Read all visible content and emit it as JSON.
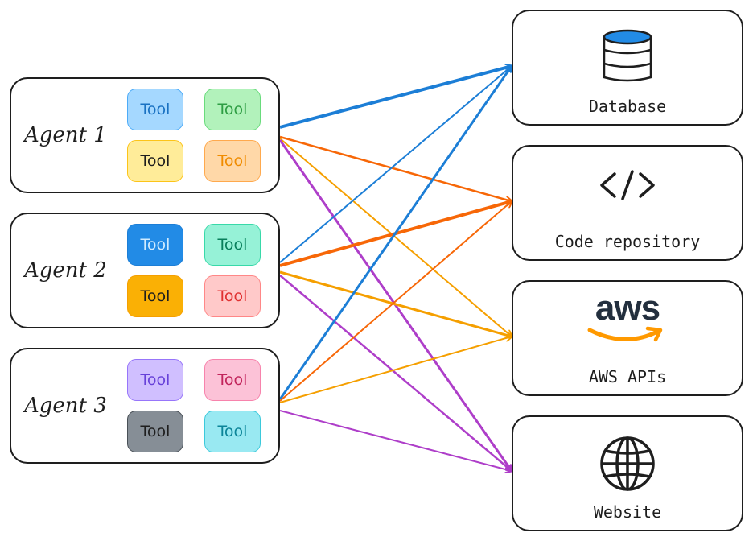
{
  "agents": [
    {
      "label": "Agent 1",
      "tools": [
        {
          "label": "Tool",
          "fill": "#a5d8ff",
          "border": "#4dabf7",
          "text": "#1971c2"
        },
        {
          "label": "Tool",
          "fill": "#b2f2bb",
          "border": "#69db7c",
          "text": "#2f9e44"
        },
        {
          "label": "Tool",
          "fill": "#ffec99",
          "border": "#fcc419",
          "text": "#1e1e1e"
        },
        {
          "label": "Tool",
          "fill": "#ffd8a8",
          "border": "#ffa94d",
          "text": "#f08c00"
        }
      ]
    },
    {
      "label": "Agent 2",
      "tools": [
        {
          "label": "Tool",
          "fill": "#228be6",
          "border": "#1c7ed6",
          "text": "#d0ebff"
        },
        {
          "label": "Tool",
          "fill": "#96f2d7",
          "border": "#38d9a9",
          "text": "#087f5b"
        },
        {
          "label": "Tool",
          "fill": "#fab005",
          "border": "#f59f00",
          "text": "#1e1e1e"
        },
        {
          "label": "Tool",
          "fill": "#ffc9c9",
          "border": "#ff8787",
          "text": "#e03131"
        }
      ]
    },
    {
      "label": "Agent 3",
      "tools": [
        {
          "label": "Tool",
          "fill": "#d0bfff",
          "border": "#9775fa",
          "text": "#6741d9"
        },
        {
          "label": "Tool",
          "fill": "#fcc2d7",
          "border": "#f783ac",
          "text": "#c2255c"
        },
        {
          "label": "Tool",
          "fill": "#868e96",
          "border": "#495057",
          "text": "#1e1e1e"
        },
        {
          "label": "Tool",
          "fill": "#99e9f2",
          "border": "#3bc9db",
          "text": "#0c8599"
        }
      ]
    }
  ],
  "resources": [
    {
      "label": "Database",
      "icon": "database-icon"
    },
    {
      "label": "Code repository",
      "icon": "code-icon"
    },
    {
      "label": "AWS APIs",
      "icon": "aws-logo",
      "logo_text": "aws"
    },
    {
      "label": "Website",
      "icon": "globe-icon"
    }
  ],
  "connection_colors": {
    "database": "#1c7ed6",
    "code_repository": "#f76707",
    "aws_apis": "#f59f00",
    "website": "#ae3ec9"
  }
}
